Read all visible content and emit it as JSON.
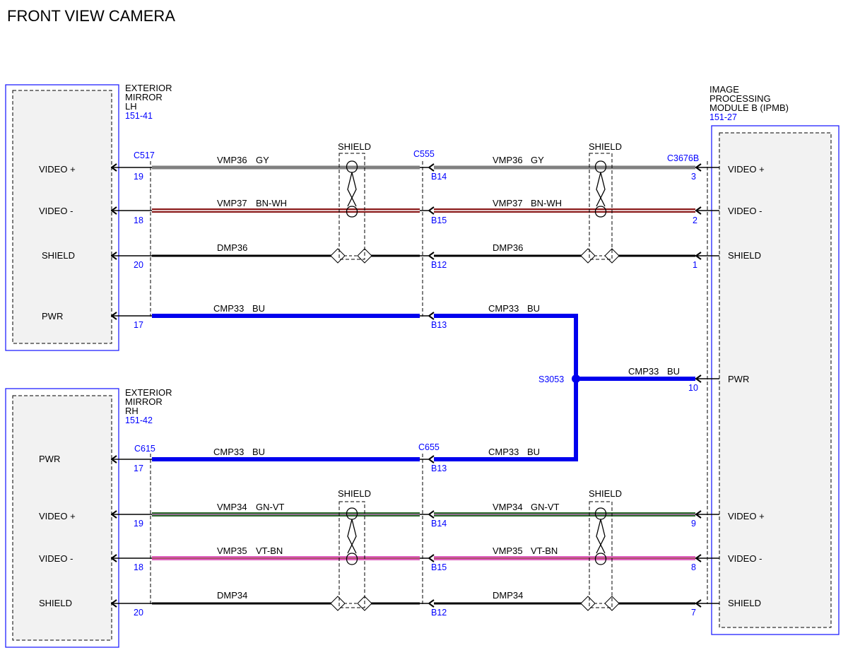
{
  "title": "FRONT VIEW CAMERA",
  "colors": {
    "outline": "#2222ff",
    "ref": "#0000ff",
    "gray": "#808080",
    "blue": "#0000ee"
  },
  "components": {
    "mirror_lh": {
      "lines": [
        "EXTERIOR",
        "MIRROR",
        "LH"
      ],
      "ref": "151-41",
      "pins": [
        "VIDEO +",
        "VIDEO -",
        "SHIELD",
        "PWR"
      ]
    },
    "mirror_rh": {
      "lines": [
        "EXTERIOR",
        "MIRROR",
        "RH"
      ],
      "ref": "151-42",
      "pins": [
        "PWR",
        "VIDEO +",
        "VIDEO -",
        "SHIELD"
      ]
    },
    "ipmb": {
      "lines": [
        "IMAGE",
        "PROCESSING",
        "MODULE B (IPMB)"
      ],
      "ref": "151-27",
      "pins": [
        "VIDEO +",
        "VIDEO -",
        "SHIELD",
        "PWR",
        "VIDEO +",
        "VIDEO -",
        "SHIELD"
      ]
    }
  },
  "connectors": {
    "c517": "C517",
    "c555": "C555",
    "c3676b": "C3676B",
    "c615": "C615",
    "c655": "C655",
    "splice": "S3053"
  },
  "shield_label": "SHIELD",
  "wires_top": [
    {
      "circuit": "VMP36",
      "color": "GY",
      "left_pin": "19",
      "mid_pin": "B14",
      "right_pin": "3"
    },
    {
      "circuit": "VMP37",
      "color": "BN-WH",
      "left_pin": "18",
      "mid_pin": "B15",
      "right_pin": "2"
    },
    {
      "circuit": "DMP36",
      "color": "",
      "left_pin": "20",
      "mid_pin": "B12",
      "right_pin": "1"
    },
    {
      "circuit": "CMP33",
      "color": "BU",
      "left_pin": "17",
      "mid_pin": "B13",
      "right_pin": ""
    }
  ],
  "splice_wire": {
    "circuit": "CMP33",
    "color": "BU",
    "pin": "10"
  },
  "wires_bottom": [
    {
      "circuit": "CMP33",
      "color": "BU",
      "left_pin": "17",
      "mid_pin": "B13",
      "right_pin": ""
    },
    {
      "circuit": "VMP34",
      "color": "GN-VT",
      "left_pin": "19",
      "mid_pin": "B14",
      "right_pin": "9"
    },
    {
      "circuit": "VMP35",
      "color": "VT-BN",
      "left_pin": "18",
      "mid_pin": "B15",
      "right_pin": "8"
    },
    {
      "circuit": "DMP34",
      "color": "",
      "left_pin": "20",
      "mid_pin": "B12",
      "right_pin": "7"
    }
  ]
}
